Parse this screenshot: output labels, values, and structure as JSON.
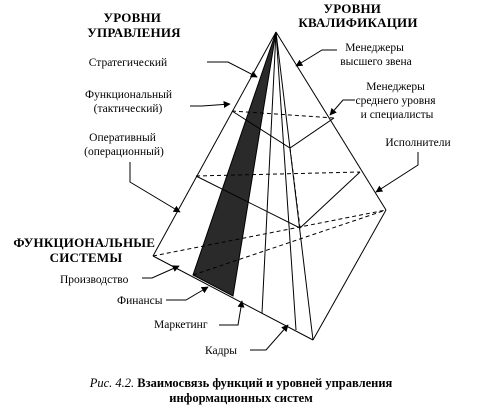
{
  "headers": {
    "management_levels": [
      "УРОВНИ",
      "УПРАВЛЕНИЯ"
    ],
    "qualification_levels": [
      "УРОВНИ",
      "КВАЛИФИКАЦИИ"
    ],
    "functional_systems": [
      "ФУНКЦИОНАЛЬНЫЕ",
      "СИСТЕМЫ"
    ]
  },
  "management_levels": {
    "strategic": [
      "Стратегический"
    ],
    "functional": [
      "Функциональный",
      "(тактический)"
    ],
    "operational": [
      "Оперативный",
      "(операционный)"
    ]
  },
  "qualification_levels": {
    "top_managers": [
      "Менеджеры",
      "высшего звена"
    ],
    "middle_managers": [
      "Менеджеры",
      "среднего уровня",
      "и специалисты"
    ],
    "performers": [
      "Исполнители"
    ]
  },
  "functional_systems": {
    "production": "Производство",
    "finance": "Финансы",
    "marketing": "Маркетинг",
    "personnel": "Кадры"
  },
  "caption": {
    "prefix": "Рис. 4.2.",
    "line1": "Взаимосвязь функций и уровней управления",
    "line2": "информационных систем"
  }
}
